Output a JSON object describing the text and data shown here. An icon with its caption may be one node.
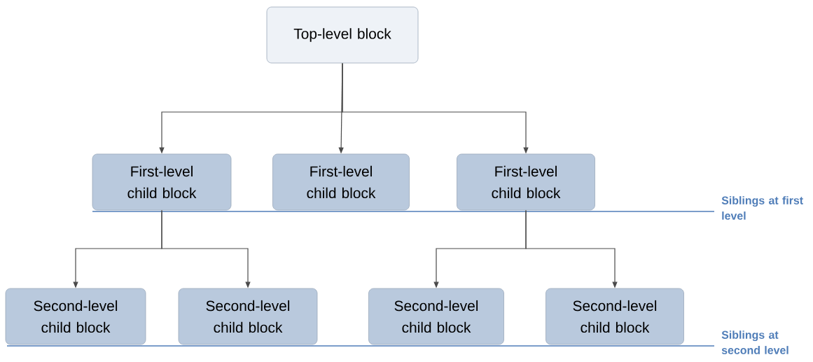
{
  "diagram": {
    "nodes": [
      {
        "text": [
          "Top-level block"
        ]
      },
      {
        "text": [
          "First-level child block"
        ]
      },
      {
        "text": [
          "First-level child block"
        ]
      },
      {
        "text": [
          "First-level child block"
        ]
      },
      {
        "text": [
          "Second-level child block"
        ]
      },
      {
        "text": [
          "Second-level child block"
        ]
      },
      {
        "text": [
          "Second-level child block"
        ]
      },
      {
        "text": [
          "Second-level child block"
        ]
      }
    ],
    "edges": [
      {
        "from": 0,
        "to": 1,
        "arrow": "to"
      },
      {
        "from": 0,
        "to": 2,
        "arrow": "to"
      },
      {
        "from": 0,
        "to": 3,
        "arrow": "to"
      },
      {
        "from": 1,
        "to": 4,
        "arrow": "to"
      },
      {
        "from": 1,
        "to": 5,
        "arrow": "to"
      },
      {
        "from": 3,
        "to": 6,
        "arrow": "to"
      },
      {
        "from": 3,
        "to": 7,
        "arrow": "to"
      }
    ],
    "labels": [
      "Siblings at first level",
      "Siblings at second level"
    ]
  }
}
